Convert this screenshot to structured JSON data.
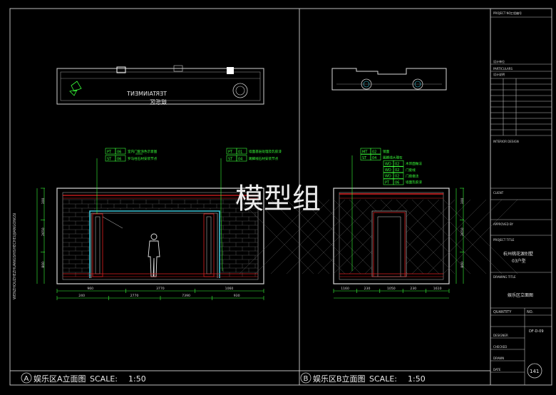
{
  "watermark": "模型组",
  "side_text": "WENZHOUZHEZHUANGSHISHECHEUJIANGONGSI",
  "drawings": {
    "a": {
      "circle_letter": "A",
      "title": "娱乐区A立面图",
      "scale_label": "SCALE:",
      "scale_value": "1:50",
      "plan_text_mirrored": "TERTAINMENT",
      "plan_cn_mirrored": "娱乐区",
      "tags_left": [
        {
          "code": "PT",
          "num": "06",
          "desc": "室内门套涂色示意图"
        },
        {
          "code": "ST",
          "num": "06",
          "desc": "罗马柱石材安装节点"
        }
      ],
      "tags_right": [
        {
          "code": "PT",
          "num": "01",
          "desc": "墙面基层处理及乳胶漆"
        },
        {
          "code": "ST",
          "num": "04",
          "desc": "踢脚线石材安装节点"
        }
      ],
      "dims_bottom": [
        "960",
        "3770",
        "1060"
      ],
      "dims_bottom2": [
        "240",
        "2770",
        "7390",
        "930"
      ],
      "dims_left": [
        "300",
        "2650",
        "800"
      ]
    },
    "b": {
      "circle_letter": "B",
      "title": "娱乐区B立面图",
      "scale_label": "SCALE:",
      "scale_value": "1:50",
      "tags": [
        {
          "code": "MT",
          "num": "02",
          "desc": "镜面"
        },
        {
          "code": "ST",
          "num": "04",
          "desc": "踢脚线大理石"
        },
        {
          "code": "WD",
          "num": "02",
          "desc": "木饰面做法"
        },
        {
          "code": "WD",
          "num": "02",
          "desc": "门套线"
        },
        {
          "code": "WD",
          "num": "02",
          "desc": "门扇做法"
        },
        {
          "code": "PT",
          "num": "06",
          "desc": "墙面乳胶漆"
        }
      ],
      "dims_bottom": [
        "1160",
        "230",
        "1050",
        "230",
        "1610"
      ],
      "dims_left": [
        "300",
        "2650",
        "800"
      ]
    }
  },
  "title_block": {
    "project_no_label": "PROJECT NO.",
    "project_no_value": "工程编号",
    "rows_small": [
      "设计单位",
      "PARTICULARS",
      "设计说明"
    ],
    "interior_design_label": "INTERIOR DESIGN",
    "client_label": "CLIENT",
    "approved_label": "APPROVED BY",
    "project_title_label": "PROJECT TITLE",
    "project_title_value1": "杭州桃花源别墅",
    "project_title_value2": "03户型",
    "drawing_title_label": "DRAWING TITLE",
    "drawing_title_value": "娱乐区立面图",
    "quantity_label": "QUANTITY",
    "no_label": "NO.",
    "dwg_no": "DF-D-09",
    "sheet_no": "141",
    "designer_label": "DESIGNER",
    "checked_label": "CHECKED",
    "drawn_label": "DRAWN",
    "date_label": "DATE"
  },
  "colors": {
    "line_white": "#d8d8d8",
    "line_grey": "#8a8a8a",
    "tag_green": "#39ff39",
    "red": "#e02020",
    "cyan": "#3ac6d8",
    "yellow": "#e0e030"
  }
}
